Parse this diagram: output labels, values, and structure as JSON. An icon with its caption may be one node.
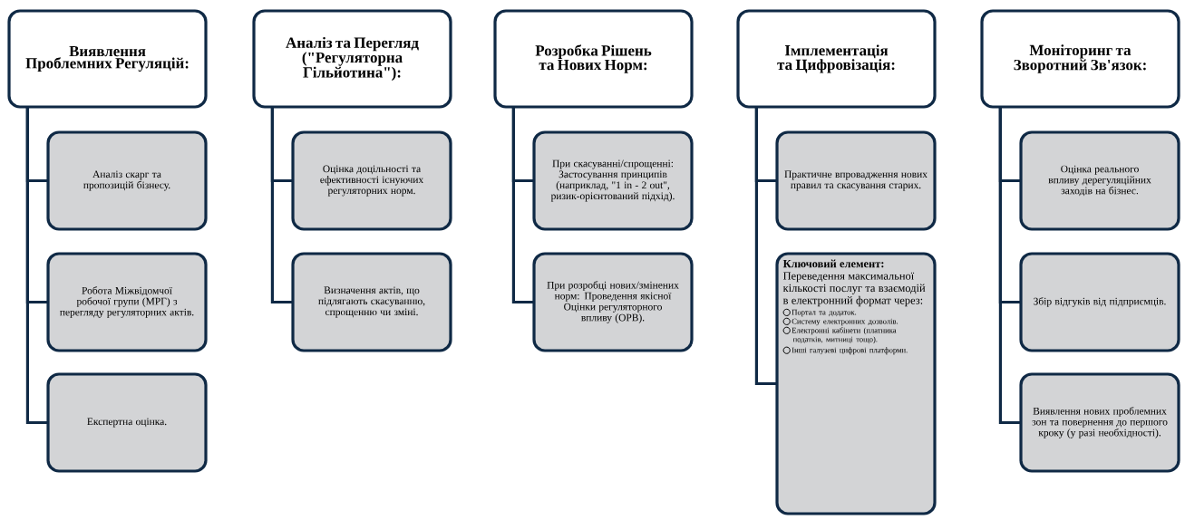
{
  "diagram": {
    "nodes": [
      {
        "text": [
          "Виявлення Проблемних Регуляцій:"
        ]
      },
      {
        "text": [
          "Аналіз скарг та пропозицій бізнесу."
        ]
      },
      {
        "text": [
          "Робота Міжвідомчої робочої групи (МРГ) з перегляду регуляторних актів."
        ]
      },
      {
        "text": [
          "Експертна оцінка."
        ]
      },
      {
        "text": [
          "Аналіз та Перегляд (\"Регуляторна Гільйотина\"):"
        ]
      },
      {
        "text": [
          "Оцінка доцільності та ефективності існуючих регуляторних норм."
        ]
      },
      {
        "text": [
          "Визначення актів, що підлягають скасуванню, спрощенню чи зміні."
        ]
      },
      {
        "text": [
          "Розробка Рішень та Нових Норм:"
        ]
      },
      {
        "text": [
          "При скасуванні/спрощенні: Застосування принципів (наприклад, \"1 in - 2 out\", ризик-орієнтований підхід)."
        ]
      },
      {
        "text": [
          "При розробці нових/змінених норм: Проведення якісної Оцінки регуляторного впливу (ОРВ)."
        ]
      },
      {
        "text": [
          "Імплементація та Цифровізація:"
        ]
      },
      {
        "text": [
          "Практичне впровадження нових правил та скасування старих."
        ]
      },
      {
        "text": [
          "Ключовий елемент:",
          "Переведення максимальної кількості послуг та взаємодій в електронний формат через:",
          "Портал та додаток.",
          "Систему електронних дозволів.",
          "Електронні кабінети (платника податків, митниці тощо).",
          "Інші галузеві цифрові платформи."
        ]
      },
      {
        "text": [
          "Моніторинг та Зворотний Зв'язок:"
        ]
      },
      {
        "text": [
          "Оцінка реального впливу дерегуляційних заходів на бізнес."
        ]
      },
      {
        "text": [
          "Збір відгуків від підприємців."
        ]
      },
      {
        "text": [
          "Виявлення нових проблемних зон та повернення до першого кроку (у разі необхідності)."
        ]
      }
    ],
    "edges": [
      {
        "from": 0,
        "to": 1,
        "arrow": "none"
      },
      {
        "from": 0,
        "to": 2,
        "arrow": "none"
      },
      {
        "from": 0,
        "to": 3,
        "arrow": "none"
      },
      {
        "from": 4,
        "to": 5,
        "arrow": "none"
      },
      {
        "from": 4,
        "to": 6,
        "arrow": "none"
      },
      {
        "from": 7,
        "to": 8,
        "arrow": "none"
      },
      {
        "from": 7,
        "to": 9,
        "arrow": "none"
      },
      {
        "from": 10,
        "to": 11,
        "arrow": "none"
      },
      {
        "from": 10,
        "to": 12,
        "arrow": "none"
      },
      {
        "from": 13,
        "to": 14,
        "arrow": "none"
      },
      {
        "from": 13,
        "to": 15,
        "arrow": "none"
      },
      {
        "from": 13,
        "to": 16,
        "arrow": "none"
      }
    ]
  }
}
